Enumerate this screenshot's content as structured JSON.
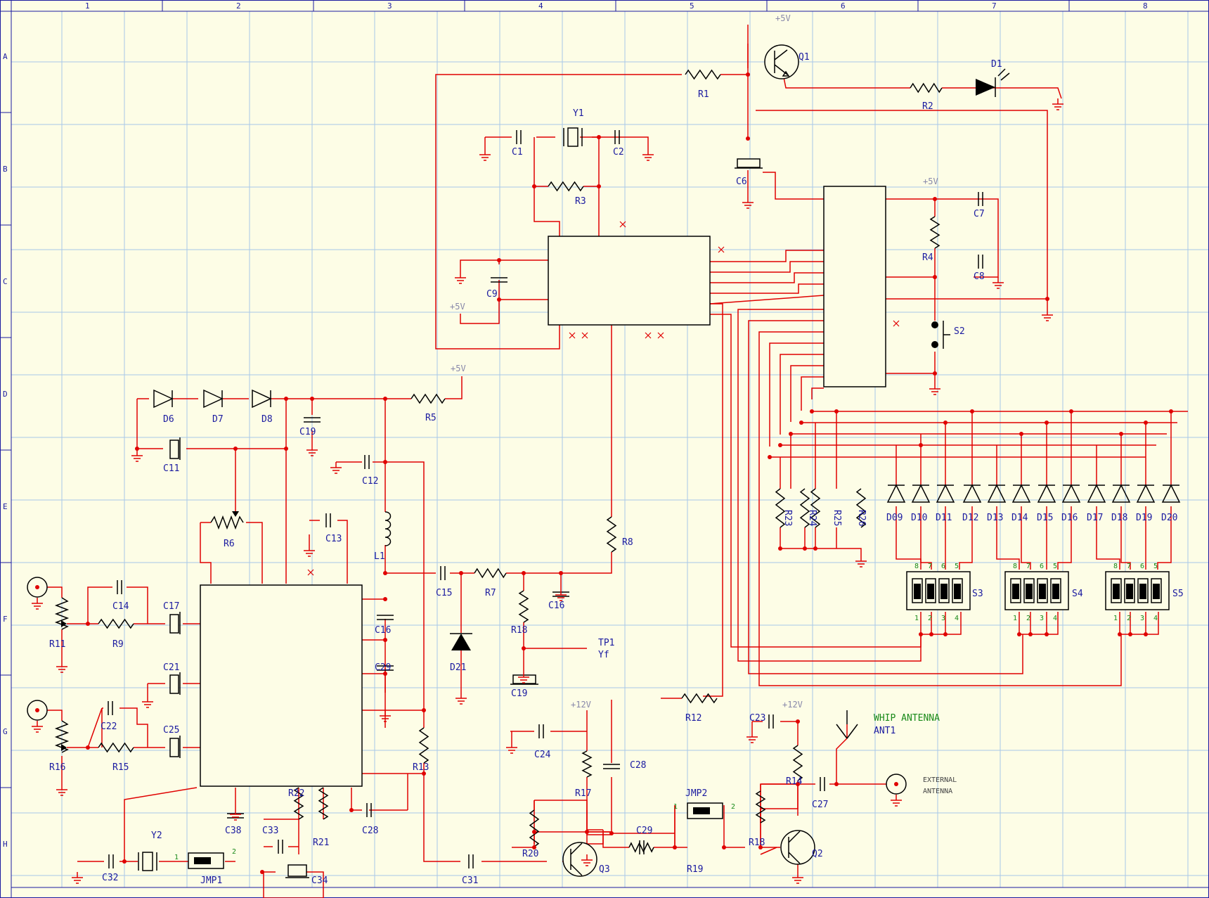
{
  "sheet": {
    "columns": [
      "1",
      "2",
      "3",
      "4",
      "5",
      "6",
      "7",
      "8"
    ],
    "rows": [
      "A",
      "B",
      "C",
      "D",
      "E",
      "F",
      "G",
      "H"
    ]
  },
  "power": {
    "p5v": "+5V",
    "p12v": "+12V"
  },
  "refs": {
    "Q1": "Q1",
    "Q2": "Q2",
    "Q3": "Q3",
    "D1": "D1",
    "R1": "R1",
    "R2": "R2",
    "R3": "R3",
    "R4": "R4",
    "R5": "R5",
    "R6": "R6",
    "R7": "R7",
    "R8": "R8",
    "R9": "R9",
    "R11": "R11",
    "R12": "R12",
    "R13": "R13",
    "R14": "R14",
    "R15": "R15",
    "R16": "R16",
    "R17": "R17",
    "R18a": "R18",
    "R18b": "R18",
    "R19": "R19",
    "R20": "R20",
    "R21": "R21",
    "R22": "R22",
    "R23": "R23",
    "R24": "R24",
    "R25": "R25",
    "R26": "R26",
    "C1": "C1",
    "C2": "C2",
    "C6": "C6",
    "C7": "C7",
    "C8": "C8",
    "C9": "C9",
    "C11": "C11",
    "C12": "C12",
    "C13": "C13",
    "C14": "C14",
    "C15": "C15",
    "C16": "C16",
    "C17": "C17",
    "C19a": "C19",
    "C19b": "C19",
    "C21": "C21",
    "C22": "C22",
    "C23": "C23",
    "C24": "C24",
    "C25": "C25",
    "C27": "C27",
    "C28a": "C28",
    "C28b": "C28",
    "C29a": "C29",
    "C29b": "C29",
    "C31": "C31",
    "C32": "C32",
    "C33": "C33",
    "C34": "C34",
    "C38": "C38",
    "Y1": "Y1",
    "Y2": "Y2",
    "L1": "L1",
    "S2": "S2",
    "S3": "S3",
    "S4": "S4",
    "S5": "S5",
    "JMP1": "JMP1",
    "JMP2": "JMP2",
    "D6": "D6",
    "D7": "D7",
    "D8": "D8",
    "D21": "D21",
    "D09": "D09",
    "D10": "D10",
    "D11": "D11",
    "D12": "D12",
    "D13": "D13",
    "D14": "D14",
    "D15": "D15",
    "D16": "D16",
    "D17": "D17",
    "D18": "D18",
    "D19": "D19",
    "D20": "D20",
    "TP1": "TP1",
    "YF": "Yf",
    "ANT1": "ANT1"
  },
  "texts": {
    "whip": "WHIP ANTENNA",
    "ext1": "EXTERNAL",
    "ext2": "ANTENNA",
    "pin1": "1",
    "pin2": "2"
  },
  "dip_pins": {
    "top": [
      "8",
      "7",
      "6",
      "5"
    ],
    "bottom": [
      "1",
      "2",
      "3",
      "4"
    ]
  },
  "colors": {
    "wire": "#e00000",
    "part": "#000000",
    "label": "#1a1aa0",
    "bg": "#fdfde6",
    "grid": "#a8c8e8",
    "green": "#1a8a1a"
  }
}
